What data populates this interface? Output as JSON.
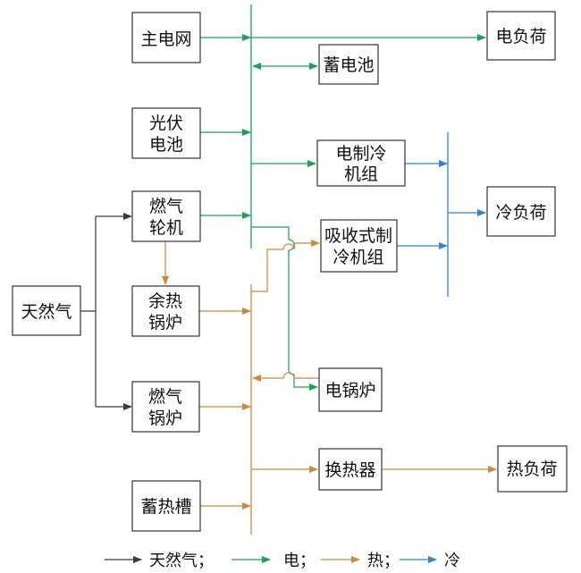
{
  "colors": {
    "gas": "#3a3a3a",
    "electric": "#1aa05a",
    "heat": "#c98a3e",
    "cold": "#2f86c8"
  },
  "nodes": {
    "main_grid": "主电网",
    "pv_line1": "光伏",
    "pv_line2": "电池",
    "turbine_line1": "燃气",
    "turbine_line2": "轮机",
    "natural_gas": "天然气",
    "waste_heat_line1": "余热",
    "waste_heat_line2": "锅炉",
    "gas_boiler_line1": "燃气",
    "gas_boiler_line2": "锅炉",
    "heat_storage": "蓄热槽",
    "battery": "蓄电池",
    "elec_chiller_line1": "电制冷",
    "elec_chiller_line2": "机组",
    "abs_chiller_line1": "吸收式制",
    "abs_chiller_line2": "冷机组",
    "electric_boiler": "电锅炉",
    "heat_exchanger": "换热器",
    "electric_load": "电负荷",
    "cold_load": "冷负荷",
    "heat_load": "热负荷"
  },
  "legend": {
    "gas": "天然气；",
    "electric": "电；",
    "heat": "热；",
    "cold": "冷"
  }
}
